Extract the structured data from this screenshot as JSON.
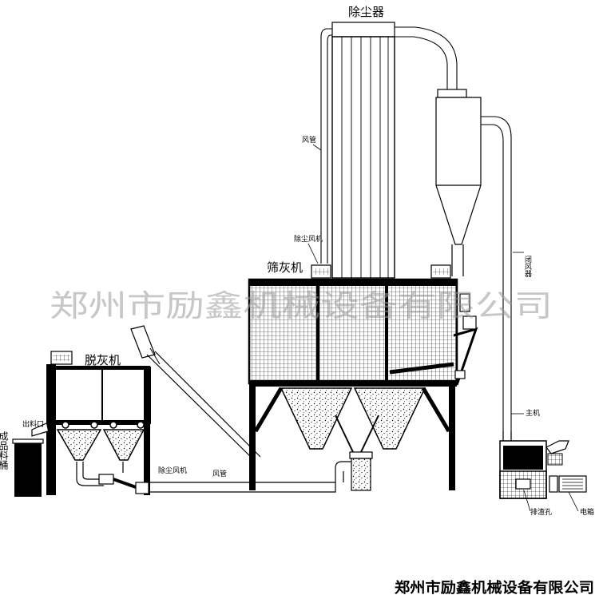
{
  "labels": {
    "dust_collector": "除尘器",
    "air_pipe_top": "风管",
    "dust_fan_top": "除尘风机",
    "ash_screener": "筛灰机",
    "airlock": "闭风器",
    "main_unit": "主机",
    "slag_hole": "排渣孔",
    "electric_box": "电箱",
    "ash_remover": "脱灰机",
    "outlet": "出料口",
    "product_bin": "成品料桶",
    "dust_fan_bottom": "除尘风机",
    "air_pipe_bottom": "风管"
  },
  "watermark": "郑州市励鑫机械设备有限公司",
  "company": "郑州市励鑫机械设备有限公司",
  "colors": {
    "line": "#000000",
    "watermark": "#9a9a9a",
    "background": "#ffffff"
  }
}
